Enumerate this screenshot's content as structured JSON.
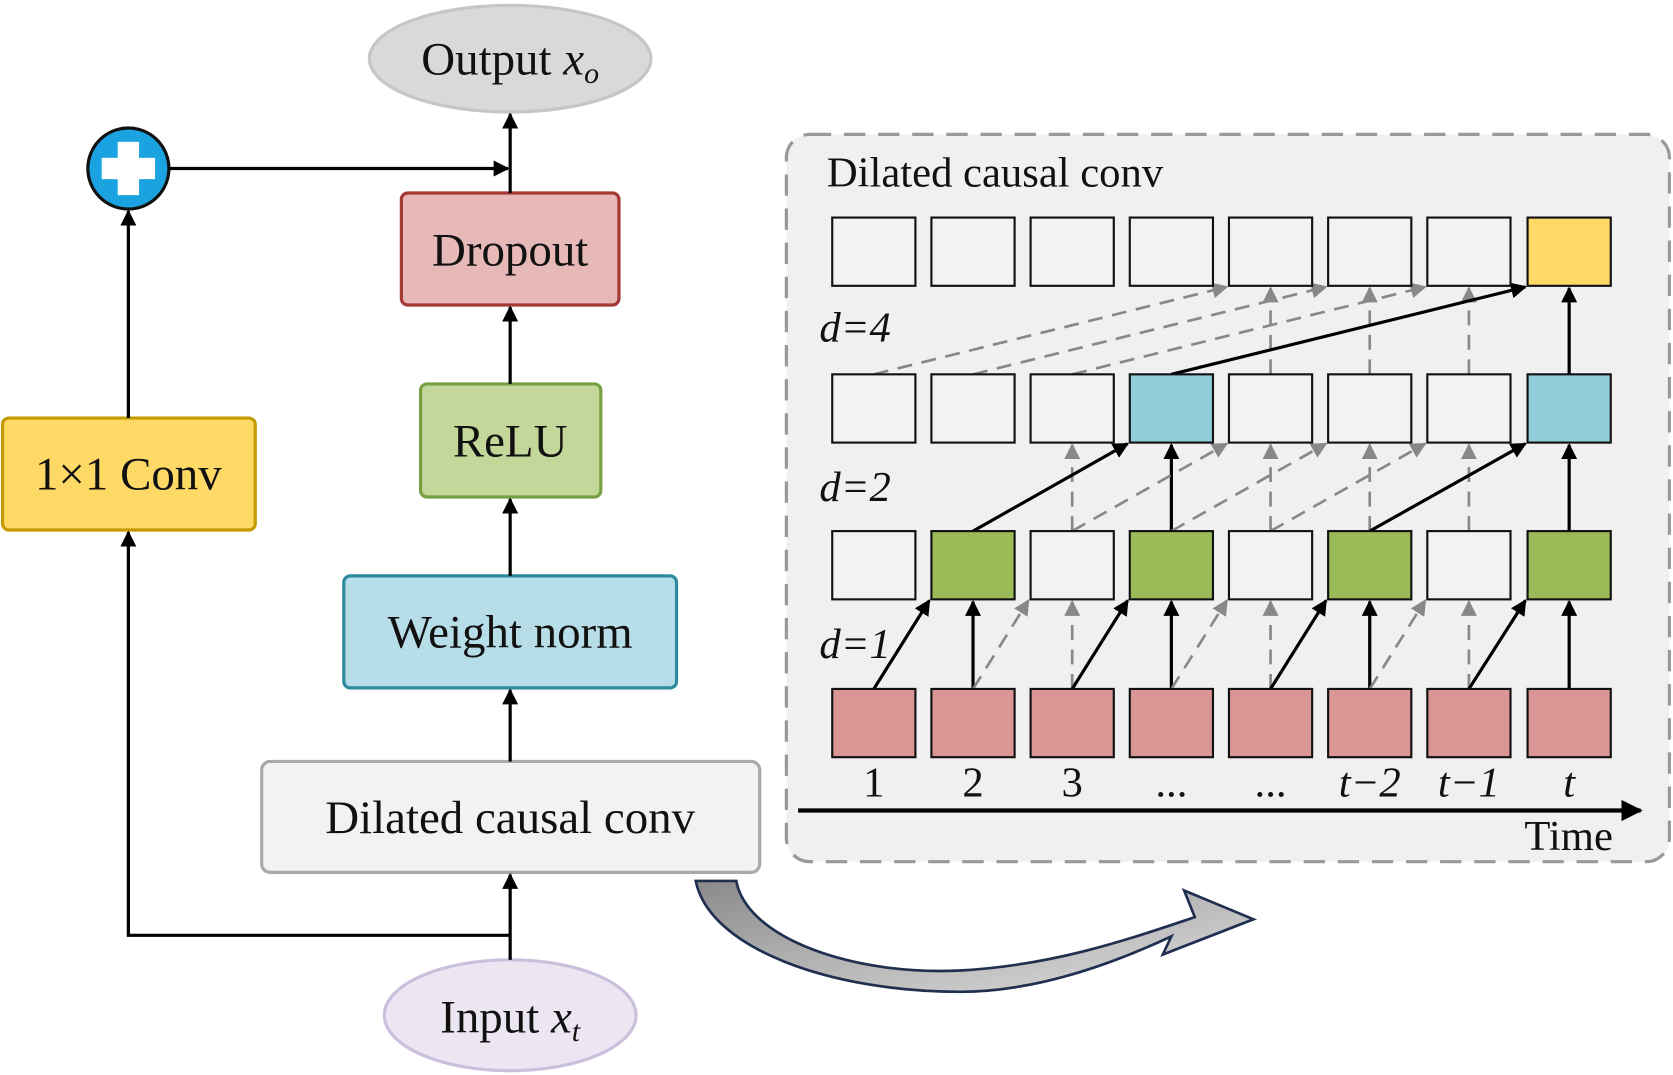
{
  "left_block": {
    "output_label": "Output ",
    "output_var": "x",
    "output_sub": "o",
    "dropout": "Dropout",
    "relu": "ReLU",
    "weight_norm": "Weight norm",
    "dilated_conv": "Dilated causal conv",
    "conv1x1": "1×1 Conv",
    "input_label": "Input ",
    "input_var": "x",
    "input_sub": "t"
  },
  "panel": {
    "title": "Dilated causal conv",
    "dilations": [
      "d=4",
      "d=2",
      "d=1"
    ],
    "time_labels": [
      "1",
      "2",
      "3",
      "...",
      "...",
      "t−2",
      "t−1",
      "t"
    ],
    "time_axis_label": "Time"
  },
  "colors": {
    "output": "#d9d9d9",
    "dropout": "#e6b8b7",
    "relu": "#c4d79b",
    "weight_norm": "#b7dee8",
    "dilated_conv": "#f2f2f2",
    "conv1x1": "#ffd966",
    "input": "#ebe6f2",
    "add": "#1aa3e0",
    "panel_bg": "#f0f0f0",
    "cell_input": "#da9694",
    "cell_d1": "#9bbb59",
    "cell_d2": "#92cddc",
    "cell_out": "#ffd966",
    "cell_empty": "#f2f2f2"
  }
}
